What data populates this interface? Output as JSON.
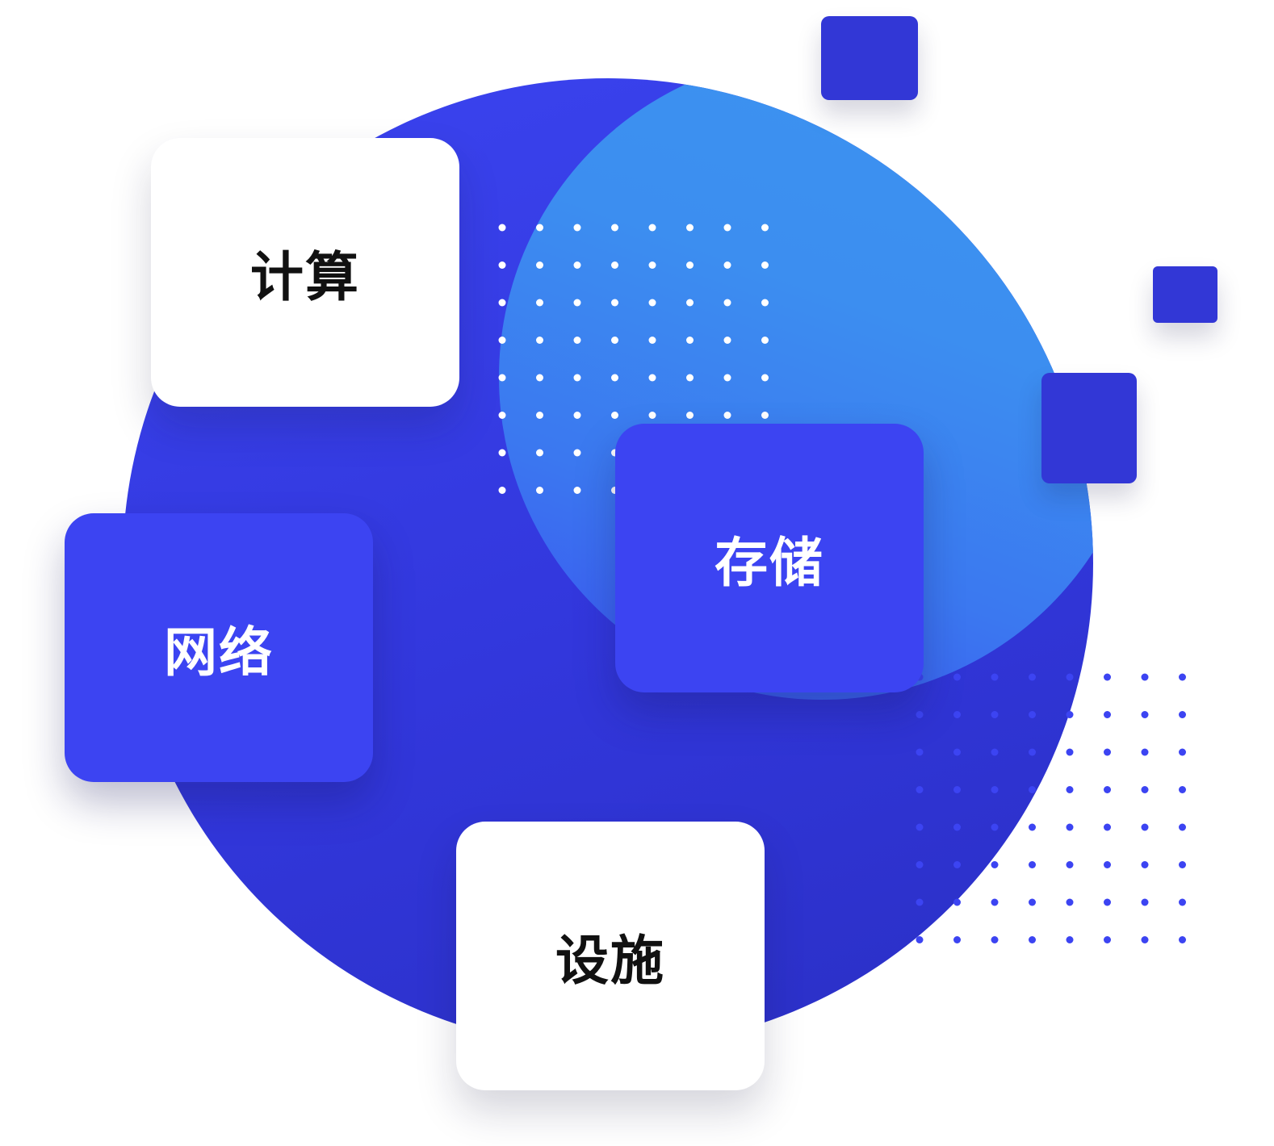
{
  "cards": {
    "compute": "计算",
    "storage": "存储",
    "network": "网络",
    "facility": "设施"
  },
  "colors": {
    "primary_blue": "#3c44f2",
    "deep_blue": "#3237d6",
    "light_blue": "#3c8ef0",
    "card_white": "#ffffff",
    "dot_white": "#ffffff",
    "dot_blue": "#3c44f2"
  }
}
